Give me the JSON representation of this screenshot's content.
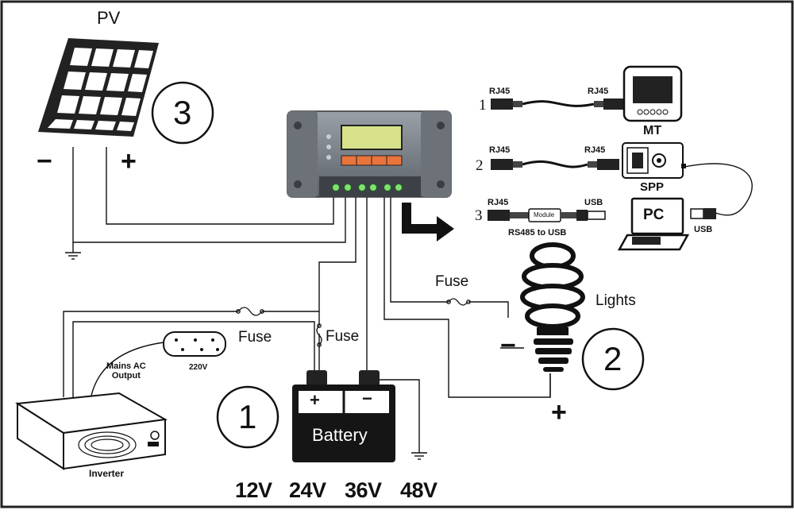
{
  "pv": {
    "label": "PV",
    "minus": "−",
    "plus": "+",
    "number": "3"
  },
  "controller": {
    "lcd_text": ""
  },
  "cables": [
    {
      "index": "1",
      "left": "RJ45",
      "right": "RJ45"
    },
    {
      "index": "2",
      "left": "RJ45",
      "right": "RJ45"
    },
    {
      "index": "3",
      "left": "RJ45",
      "right": "USB",
      "module": "Module",
      "caption": "RS485 to USB"
    }
  ],
  "devices": {
    "mt": "MT",
    "spp": "SPP",
    "pc": "PC",
    "usb": "USB"
  },
  "lights": {
    "label": "Lights",
    "fuse": "Fuse",
    "minus": "−",
    "plus": "+",
    "number": "2"
  },
  "battery": {
    "label": "Battery",
    "plus": "+",
    "minus": "−",
    "number": "1",
    "fuse": "Fuse",
    "voltages": [
      "12V",
      "24V",
      "36V",
      "48V"
    ]
  },
  "inverter": {
    "label": "Inverter",
    "mains_label": "Mains AC\nOutput",
    "socket_label": "220V",
    "fuse": "Fuse"
  }
}
